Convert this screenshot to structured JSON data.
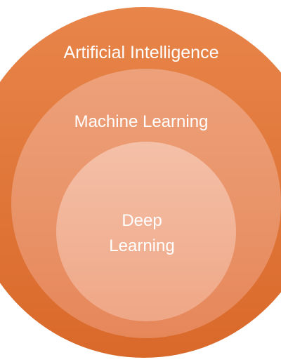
{
  "diagram": {
    "outer": {
      "label": "Artificial Intelligence",
      "color": "#e07a35"
    },
    "middle": {
      "label": "Machine Learning",
      "color": "#e9946a"
    },
    "inner": {
      "lines": [
        "Deep",
        "Learning"
      ],
      "color": "#f1b299"
    }
  }
}
